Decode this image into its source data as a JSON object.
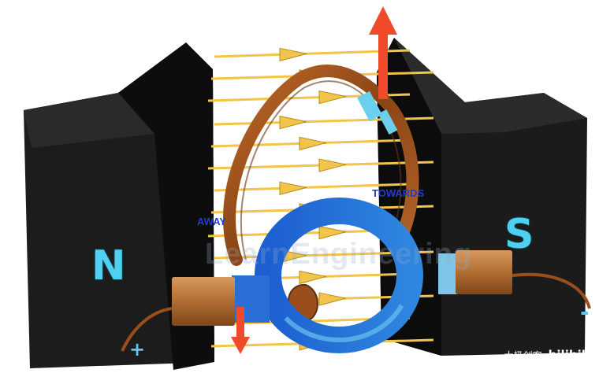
{
  "scene": {
    "north_label": "N",
    "south_label": "S",
    "left_side_label": "AWAY",
    "right_side_label": "TOWARDS",
    "positive_terminal": "+",
    "negative_terminal": "-",
    "watermark_text": "LearnEngineering",
    "credit_text": "大极创客",
    "credit_brand": "bilibili"
  },
  "colors": {
    "magnet": "#141414",
    "field_line": "#f2c44a",
    "coil": "#9a4e1b",
    "commutator": "#2a6fd6",
    "brush": "#b9773e",
    "force_arrow": "#ef4b2a",
    "pole_letter": "#4fd0f0",
    "direction_label": "#1f3bd6"
  },
  "icons": [
    "force-arrow-up-icon",
    "force-arrow-down-icon",
    "field-arrow-icon"
  ]
}
